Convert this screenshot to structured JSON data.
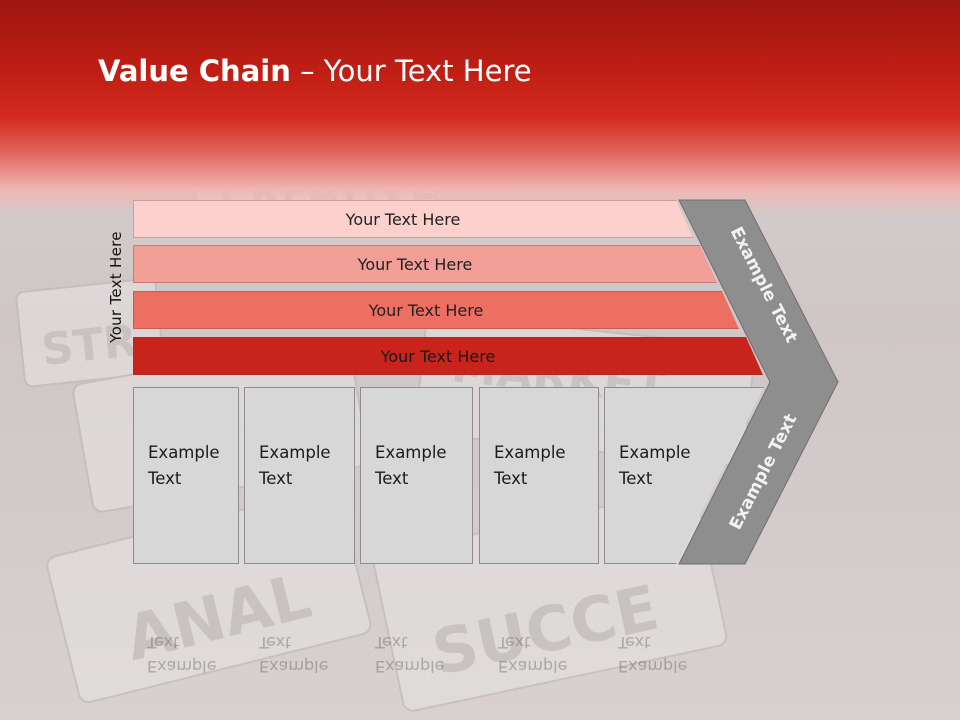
{
  "title": {
    "bold": "Value Chain",
    "rest": " – Your Text Here"
  },
  "side_label": "Your Text Here",
  "bands": [
    {
      "label": "Your Text Here",
      "color": "#fbd0cd"
    },
    {
      "label": "Your Text Here",
      "color": "#f29f97"
    },
    {
      "label": "Your Text Here",
      "color": "#ec6f62"
    },
    {
      "label": "Your Text Here",
      "color": "#c9241b"
    }
  ],
  "columns": [
    {
      "line1": "Example",
      "line2": "Text"
    },
    {
      "line1": "Example",
      "line2": "Text"
    },
    {
      "line1": "Example",
      "line2": "Text"
    },
    {
      "line1": "Example",
      "line2": "Text"
    },
    {
      "line1": "Example",
      "line2": "Text"
    }
  ],
  "chevron": {
    "top_label": "Example Text",
    "bottom_label": "Example Text",
    "color": "#8e8e8e"
  },
  "background_words": [
    "CREATIVE",
    "STR",
    "ANAL",
    "SUCCE",
    "MARKET"
  ]
}
